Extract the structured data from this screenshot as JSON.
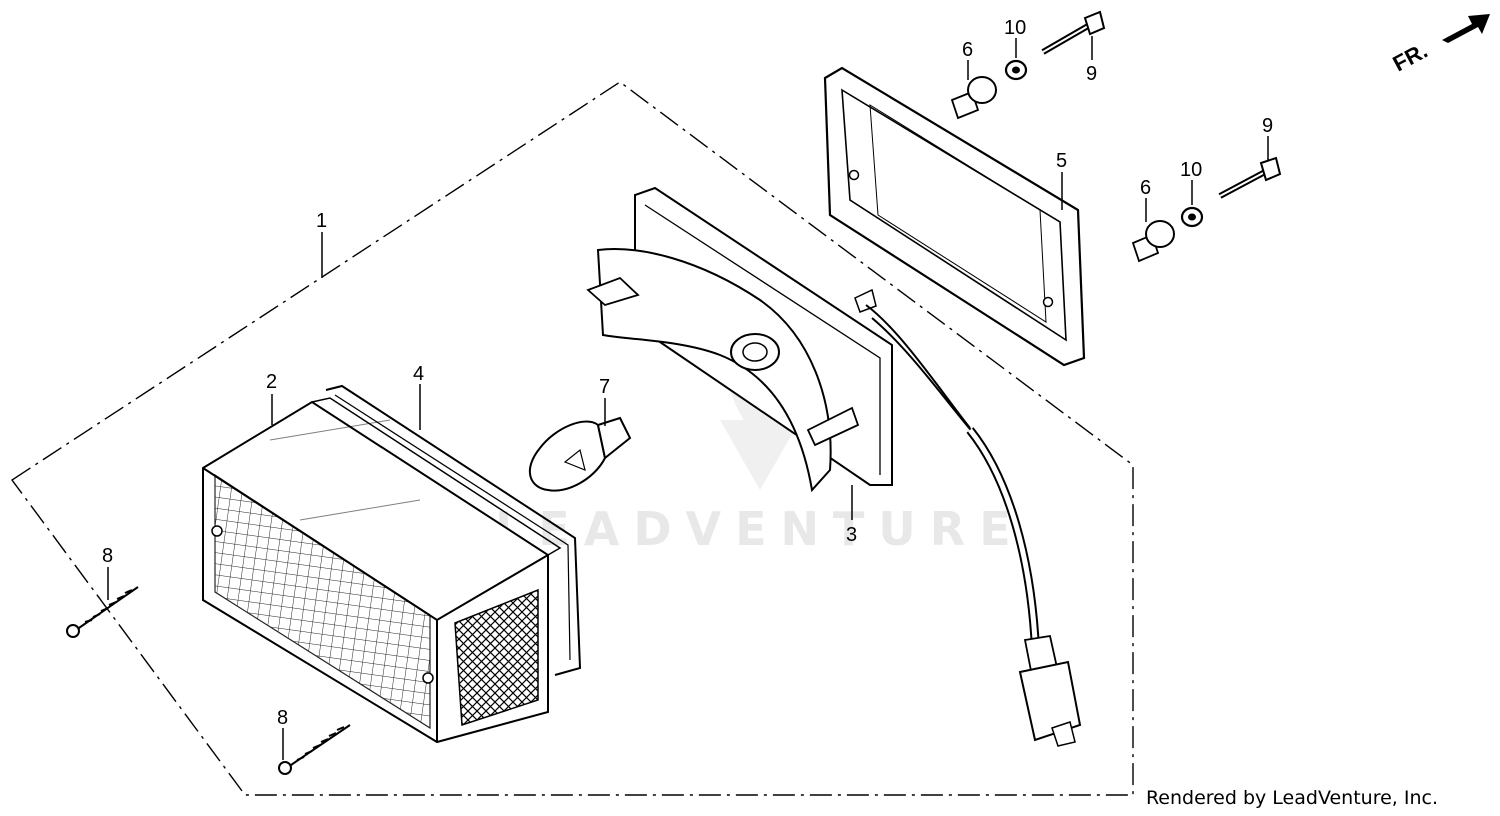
{
  "diagram": {
    "callouts": {
      "c1": "1",
      "c2": "2",
      "c3": "3",
      "c4": "4",
      "c5": "5",
      "c6a": "6",
      "c6b": "6",
      "c7": "7",
      "c8a": "8",
      "c8b": "8",
      "c9a": "9",
      "c9b": "9",
      "c10a": "10",
      "c10b": "10"
    },
    "direction_label": "FR.",
    "watermark": "LEADVENTURE",
    "footer": "Rendered by LeadVenture, Inc."
  }
}
